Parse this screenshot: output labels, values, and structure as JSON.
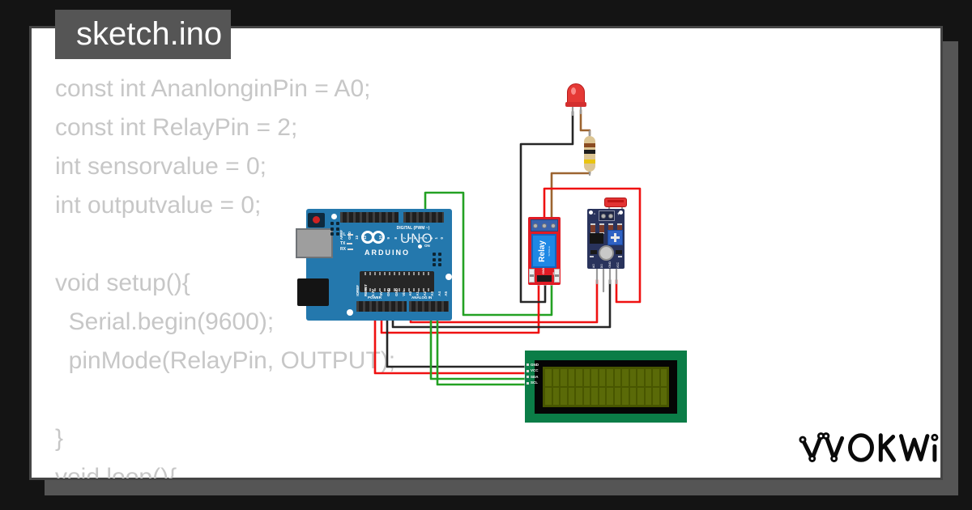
{
  "window": {
    "title": "sketch.ino"
  },
  "brand": {
    "logo_text": "WOKWI"
  },
  "code": {
    "lines": [
      "const int AnanlonginPin = A0;",
      "const int RelayPin = 2;",
      "int sensorvalue = 0;",
      "int outputvalue = 0;",
      "",
      "void setup(){",
      "  Serial.begin(9600);",
      "  pinMode(RelayPin, OUTPUT);",
      "",
      "}",
      "void loop(){"
    ]
  },
  "colors": {
    "background": "#141414",
    "card": "#ffffff",
    "chrome_gray": "#555555",
    "code_text": "#c7c7c7",
    "board_blue": "#2478ad",
    "relay_red": "#e01b24",
    "sensor_navy": "#29335c",
    "lcd_green": "#0b7d47",
    "lcd_screen": "#5a6a08"
  },
  "circuit": {
    "wire_colors": {
      "green": "#23a123",
      "red": "#ef1111",
      "black": "#262626",
      "brown": "#9c6430",
      "stub_gray": "#9b9b9b"
    },
    "arduino": {
      "logo_text": "UNO",
      "brand": "ARDUINO",
      "digital_label": "DIGITAL (PWM ~)",
      "power_label": "POWER",
      "analog_label": "ANALOG IN",
      "led_l": "L",
      "led_tx": "TX",
      "led_rx": "RX",
      "led_on": "ON",
      "digital_pins_left": [
        "AREF",
        "GND",
        "13",
        "12",
        "11",
        "10",
        "9",
        "8"
      ],
      "digital_pins_right": [
        "7",
        "6",
        "5",
        "4",
        "3",
        "2",
        "1",
        "0"
      ],
      "power_pins": [
        "IOREF",
        "RESET",
        "3.3V",
        "5V",
        "GND",
        "GND",
        "Vin"
      ],
      "analog_pins": [
        "A0",
        "A1",
        "A2",
        "A3",
        "A4",
        "A5"
      ]
    },
    "relay": {
      "label": "Relay",
      "sub_label": "SONGLE",
      "pin_labels": [
        "VCC",
        "GND",
        "IN"
      ]
    },
    "ldr_module": {
      "minus": "-",
      "plus": "+",
      "pin_labels": [
        "AO",
        "DO",
        "GND",
        "VCC"
      ]
    },
    "lcd": {
      "pin_labels": [
        "GND",
        "VCC",
        "SDA",
        "SCL"
      ]
    }
  }
}
